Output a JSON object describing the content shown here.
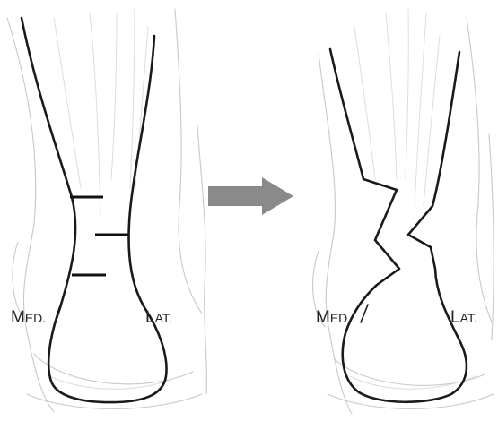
{
  "labels": {
    "left_med_first": "M",
    "left_med_rest": "ED.",
    "left_lat_first": "L",
    "left_lat_rest": "AT.",
    "right_med_first": "M",
    "right_med_rest": "ED.",
    "right_lat_first": "L",
    "right_lat_rest": "AT."
  },
  "icons": {
    "arrow": "right-arrow-icon"
  },
  "colors": {
    "outline": "#1a1a1a",
    "sketch": "#c9c9c9",
    "arrow": "#8a8a8a"
  }
}
